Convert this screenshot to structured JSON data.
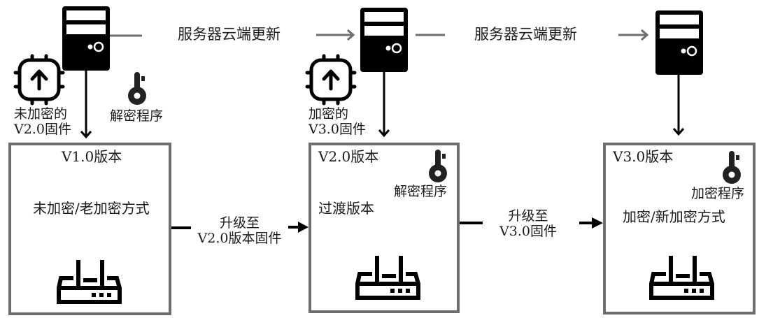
{
  "stages": [
    {
      "version_label": "V1.0版本",
      "description": "未加密/老加密方式",
      "firmware_label_line1": "未加密的",
      "firmware_label_line2": "V2.0固件",
      "key_label": "解密程序"
    },
    {
      "version_label": "V2.0版本",
      "description": "过渡版本",
      "firmware_label_line1": "加密的",
      "firmware_label_line2": "V3.0固件",
      "key_label": "解密程序"
    },
    {
      "version_label": "V3.0版本",
      "description": "加密/新加密方式",
      "key_label": "加密程序"
    }
  ],
  "cloud_updates": [
    {
      "label": "服务器云端更新"
    },
    {
      "label": "服务器云端更新"
    }
  ],
  "upgrades": [
    {
      "line1": "升级至",
      "line2": "V2.0版本固件"
    },
    {
      "line1": "升级至",
      "line2": "V3.0固件"
    }
  ],
  "icons": {
    "server": "server-icon",
    "firmware_chip": "firmware-upload-chip-icon",
    "key": "key-icon",
    "router": "router-icon"
  },
  "colors": {
    "box_border": "#6e6e6e",
    "cloud_arrow": "#6e6e6e",
    "icon": "#000000"
  }
}
